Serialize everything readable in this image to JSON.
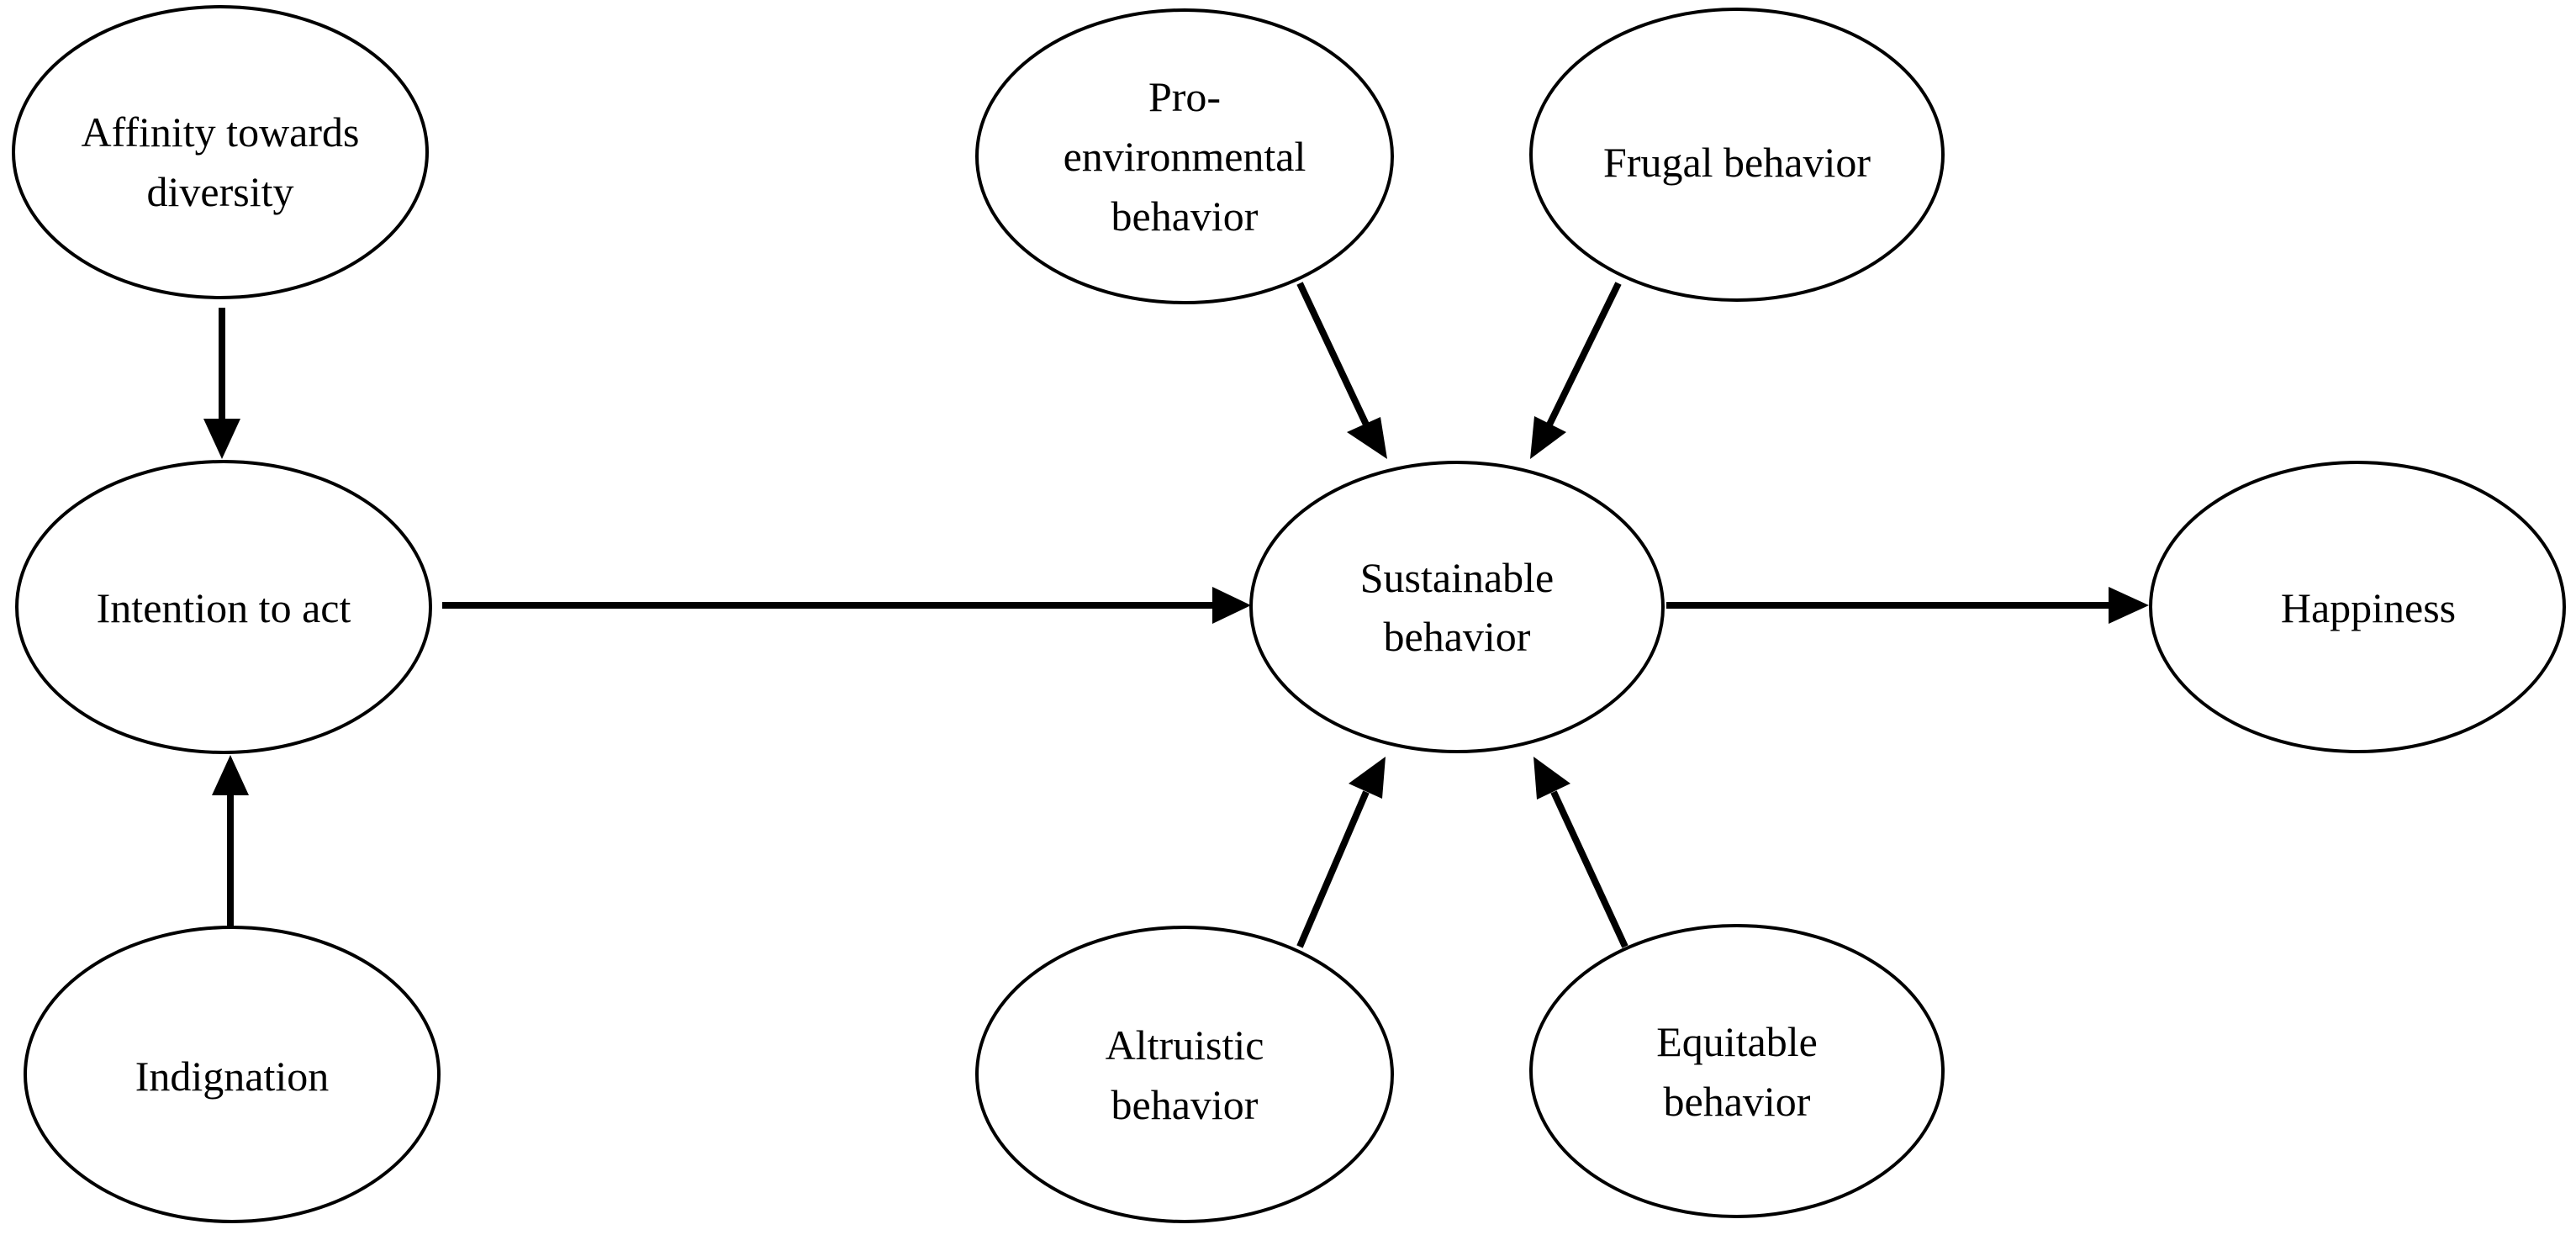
{
  "diagram": {
    "nodes": {
      "affinity": {
        "label_lines": [
          "Affinity towards",
          "diversity"
        ]
      },
      "intention": {
        "label_lines": [
          "Intention to act"
        ]
      },
      "indignation": {
        "label_lines": [
          "Indignation"
        ]
      },
      "pro_env": {
        "label_lines": [
          "Pro-",
          "environmental",
          "behavior"
        ]
      },
      "frugal": {
        "label_lines": [
          "Frugal behavior"
        ]
      },
      "sustainable": {
        "label_lines": [
          "Sustainable",
          "behavior"
        ]
      },
      "happiness": {
        "label_lines": [
          "Happiness"
        ]
      },
      "altruistic": {
        "label_lines": [
          "Altruistic",
          "behavior"
        ]
      },
      "equitable": {
        "label_lines": [
          "Equitable",
          "behavior"
        ]
      }
    },
    "edges": [
      {
        "from": "affinity",
        "to": "intention"
      },
      {
        "from": "indignation",
        "to": "intention"
      },
      {
        "from": "intention",
        "to": "sustainable"
      },
      {
        "from": "pro_env",
        "to": "sustainable"
      },
      {
        "from": "frugal",
        "to": "sustainable"
      },
      {
        "from": "altruistic",
        "to": "sustainable"
      },
      {
        "from": "equitable",
        "to": "sustainable"
      },
      {
        "from": "sustainable",
        "to": "happiness"
      }
    ]
  }
}
